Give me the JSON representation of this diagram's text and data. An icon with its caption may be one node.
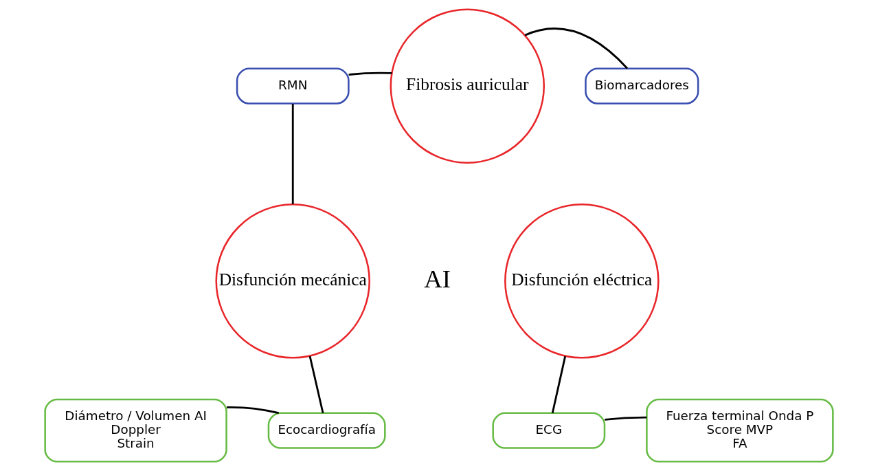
{
  "diagram": {
    "nodes": [
      {
        "text": [
          "RMN"
        ]
      },
      {
        "text": [
          "Fibrosis auricular"
        ]
      },
      {
        "text": [
          "Biomarcadores"
        ]
      },
      {
        "text": [
          "Disfunción mecánica"
        ]
      },
      {
        "text": [
          "Disfunción eléctrica"
        ]
      },
      {
        "text": [
          "Diámetro / Volumen AI",
          "Doppler",
          "Strain"
        ]
      },
      {
        "text": [
          "Ecocardiografía"
        ]
      },
      {
        "text": [
          "ECG"
        ]
      },
      {
        "text": [
          "Fuerza terminal Onda P",
          "Score MVP",
          "FA"
        ]
      }
    ],
    "edges": [
      {
        "from": 0,
        "to": 1,
        "arrow": "none"
      },
      {
        "from": 1,
        "to": 2,
        "arrow": "none"
      },
      {
        "from": 0,
        "to": 3,
        "arrow": "none"
      },
      {
        "from": 3,
        "to": 6,
        "arrow": "none"
      },
      {
        "from": 5,
        "to": 6,
        "arrow": "none"
      },
      {
        "from": 4,
        "to": 7,
        "arrow": "none"
      },
      {
        "from": 7,
        "to": 8,
        "arrow": "none"
      }
    ],
    "labels": [
      "AI"
    ]
  }
}
